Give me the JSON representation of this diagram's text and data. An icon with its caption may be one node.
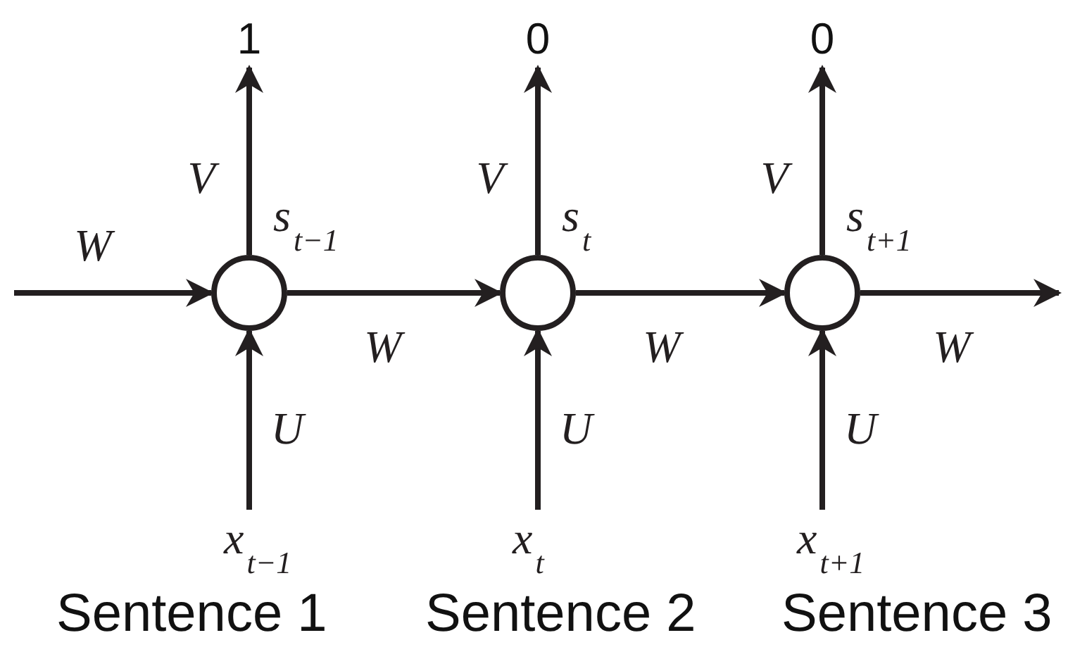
{
  "diagram": {
    "nodes": [
      {
        "text": [],
        "shape": "circle",
        "beside": [
          "s$_{t−1}$"
        ]
      },
      {
        "text": [],
        "shape": "circle",
        "beside": [
          "s$_{t}$"
        ]
      },
      {
        "text": [],
        "shape": "circle",
        "beside": [
          "s$_{t+1}$"
        ]
      },
      {
        "text": [
          "1"
        ]
      },
      {
        "text": [
          "0"
        ]
      },
      {
        "text": [
          "0"
        ]
      },
      {
        "text": [
          "x$_{t−1}$"
        ]
      },
      {
        "text": [
          "x$_{t}$"
        ]
      },
      {
        "text": [
          "x$_{t+1}$"
        ]
      }
    ],
    "edges": [
      {
        "from": null,
        "to": 0,
        "arrow": "to",
        "label": "W"
      },
      {
        "from": 0,
        "to": 1,
        "arrow": "to",
        "label": "W"
      },
      {
        "from": 1,
        "to": 2,
        "arrow": "to",
        "label": "W"
      },
      {
        "from": 2,
        "to": null,
        "arrow": "to",
        "label": "W"
      },
      {
        "from": 0,
        "to": 3,
        "arrow": "to",
        "label": "V"
      },
      {
        "from": 1,
        "to": 4,
        "arrow": "to",
        "label": "V"
      },
      {
        "from": 2,
        "to": 5,
        "arrow": "to",
        "label": "V"
      },
      {
        "from": 6,
        "to": 0,
        "arrow": "to",
        "label": "U"
      },
      {
        "from": 7,
        "to": 1,
        "arrow": "to",
        "label": "U"
      },
      {
        "from": 8,
        "to": 2,
        "arrow": "to",
        "label": "U"
      }
    ],
    "labels": [
      "Sentence 1",
      "Sentence 2",
      "Sentence 3"
    ]
  }
}
